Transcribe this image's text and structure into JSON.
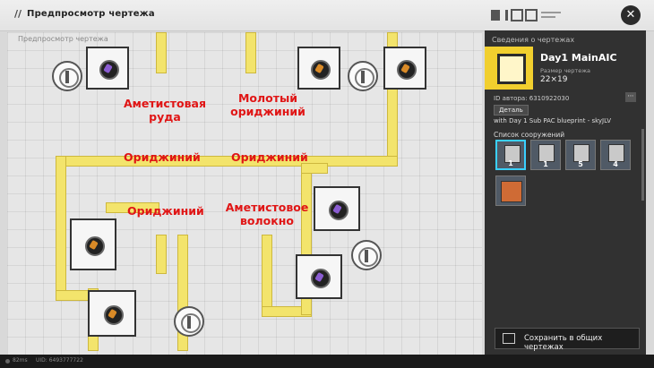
{
  "header": {
    "title": "Предпросмотр чертежа"
  },
  "canvas": {
    "title": "Предпросмотр чертежа"
  },
  "labels": {
    "ore": "Аметистовая руда",
    "ingot": "Молотый ориджиний",
    "orig1": "Ориджиний",
    "orig2": "Ориджиний",
    "orig3": "Ориджиний",
    "fiber": "Аметистовое волокно"
  },
  "panel": {
    "header": "Сведения о чертежах",
    "name": "Day1 MainAIC",
    "size_label": "Размер чертежа",
    "size": "22×19",
    "author": "ID автора: 6310922030",
    "detail_button": "Деталь",
    "description": "with Day 1 Sub PAC blueprint - skyJLV",
    "list_title": "Список сооружений",
    "buildings": [
      {
        "name": "building-1",
        "count": "1"
      },
      {
        "name": "building-2",
        "count": "1"
      },
      {
        "name": "building-3",
        "count": "5"
      },
      {
        "name": "building-4",
        "count": "4"
      },
      {
        "name": "building-5",
        "count": ""
      }
    ],
    "save_button": "Сохранить в общих чертежах"
  },
  "status": {
    "ping": "82ms",
    "uid": "UID: 6493777722"
  },
  "colors": {
    "accent": "#f1cf2e",
    "label": "#e01515",
    "conveyor": "#f3e46c",
    "panel": "#313131"
  }
}
